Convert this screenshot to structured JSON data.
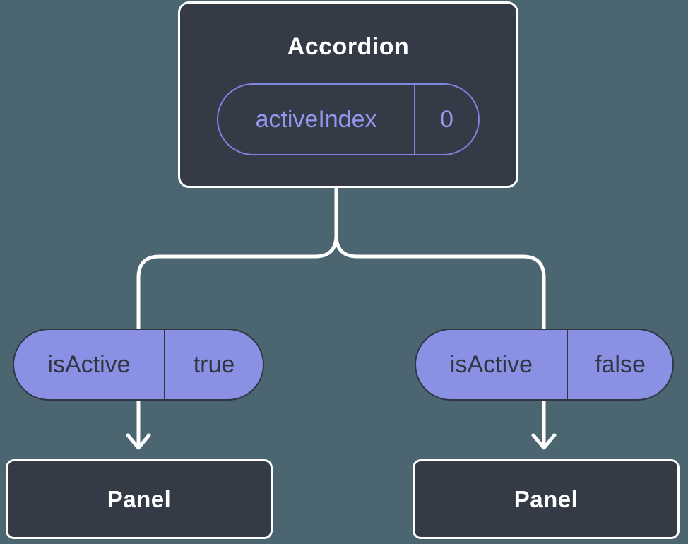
{
  "colors": {
    "background": "#4C6671",
    "node_fill": "#343B47",
    "node_border": "#FFFFFF",
    "text_light": "#FFFFFF",
    "text_dark": "#2F3642",
    "accent_fill": "#8A90E3",
    "accent_stroke": "#7E84DF",
    "accent_text": "#9298EE",
    "pill_border": "#2F3542",
    "connector": "#FFFFFF"
  },
  "root_node": {
    "title": "Accordion",
    "prop": {
      "name": "activeIndex",
      "value": "0"
    }
  },
  "state_pills": [
    {
      "name": "isActive",
      "value": "true"
    },
    {
      "name": "isActive",
      "value": "false"
    }
  ],
  "child_nodes": [
    {
      "title": "Panel"
    },
    {
      "title": "Panel"
    }
  ]
}
